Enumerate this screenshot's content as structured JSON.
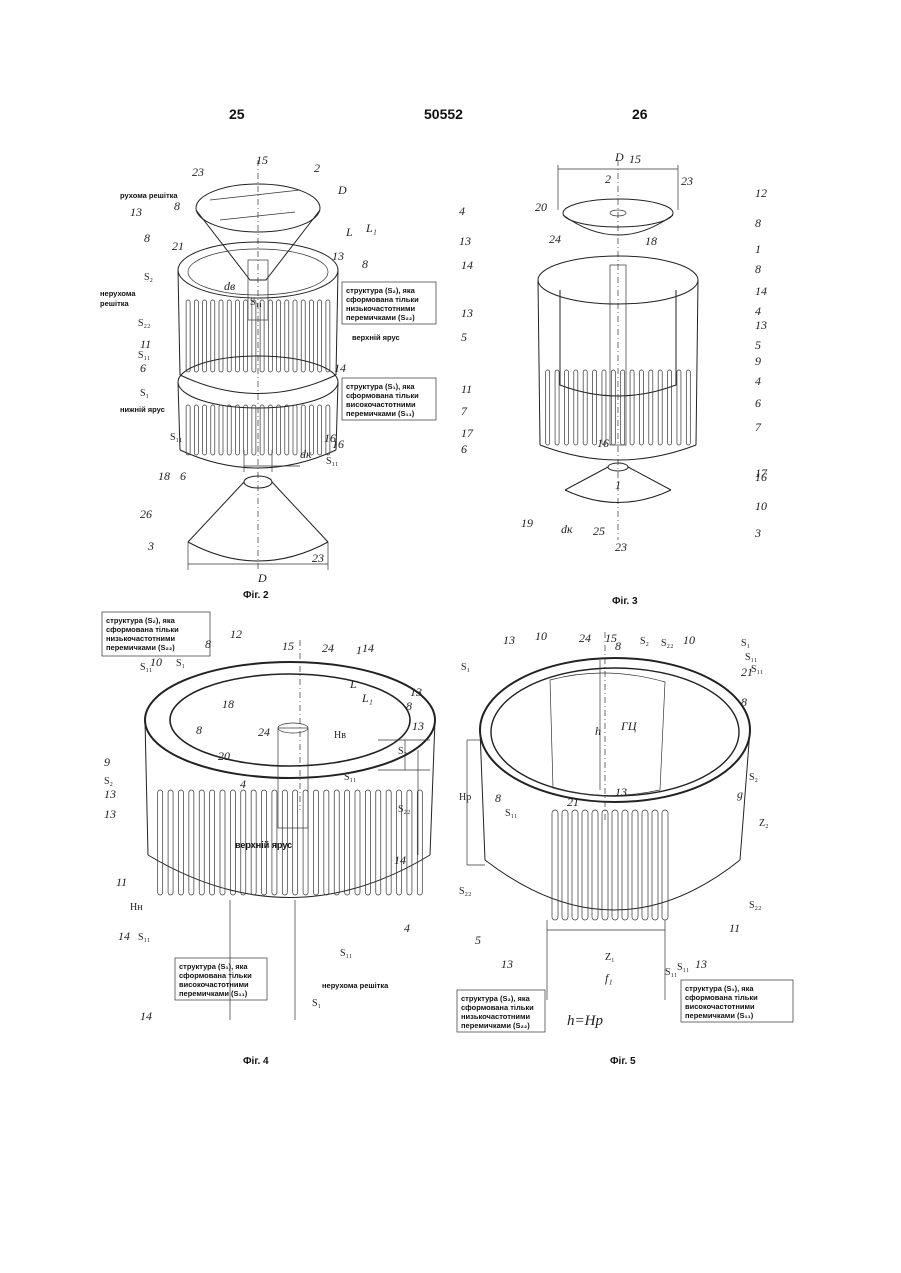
{
  "header": {
    "left_page": "25",
    "patent_number": "50552",
    "right_page": "26"
  },
  "fig2": {
    "caption": "Фіг. 2",
    "notes": {
      "movable_grid": "рухома решітка",
      "fixed_grid_1": "нерухома",
      "fixed_grid_2": "решітка",
      "s2_line1": "структура (S₂), яка",
      "s2_line2": "сформована тільки",
      "s2_line3": "низькочастотними",
      "s2_line4": "перемичками (S₂₂)",
      "upper_tier": "верхній ярус",
      "s1_line1": "структура (S₁), яка",
      "s1_line2": "сформована тільки",
      "s1_line3": "високочастотними",
      "s1_line4": "перемичками (S₁₁)",
      "lower_tier": "нижній ярус"
    },
    "labels": [
      "15",
      "2",
      "23",
      "D",
      "8",
      "13",
      "21",
      "L",
      "L₁",
      "13",
      "8",
      "dв",
      "S₁₁",
      "8",
      "S₂",
      "S₂₂",
      "11",
      "6",
      "S₁₁",
      "S₁",
      "14",
      "S₁₁",
      "16",
      "18",
      "6",
      "16",
      "S₁₁",
      "dк",
      "26",
      "3",
      "D",
      "23",
      "4"
    ]
  },
  "fig3": {
    "caption": "Фіг. 3",
    "labels": [
      "D",
      "15",
      "2",
      "23",
      "20",
      "12",
      "8",
      "4",
      "13",
      "24",
      "18",
      "1",
      "8",
      "14",
      "14",
      "4",
      "13",
      "13",
      "5",
      "5",
      "9",
      "11",
      "4",
      "7",
      "6",
      "17",
      "7",
      "6",
      "16",
      "16",
      "17",
      "10",
      "1",
      "19",
      "dк",
      "25",
      "3",
      "23",
      "26",
      "15"
    ]
  },
  "fig4": {
    "caption": "Фіг. 4",
    "notes": {
      "s2_line1": "структура (S₂), яка",
      "s2_line2": "сформована тільки",
      "s2_line3": "низькочастотними",
      "s2_line4": "перемичками (S₂₂)",
      "upper_tier": "верхній ярус",
      "s1_line1": "структура (S₁), яка",
      "s1_line2": "сформована тільки",
      "s1_line3": "високочастотними",
      "s1_line4": "перемичками (S₁₁)",
      "fixed_grid": "нерухома решітка"
    },
    "labels": [
      "8",
      "12",
      "15",
      "24",
      "1",
      "14",
      "S₁₁",
      "10",
      "S₁",
      "L",
      "13",
      "18",
      "L₁",
      "8",
      "24",
      "Hв",
      "13",
      "8",
      "20",
      "9",
      "S₂",
      "S₂",
      "4",
      "S₁₁",
      "13",
      "13",
      "S₂₂",
      "11",
      "Hн",
      "S₁₁",
      "14",
      "14",
      "4",
      "S₁₁",
      "14",
      "S₁",
      "1",
      "9"
    ]
  },
  "fig5": {
    "caption": "Фіг. 5",
    "notes": {
      "s2_line1": "структура (S₂), яка",
      "s2_line2": "сформована тільки",
      "s2_line3": "низькочастотними",
      "s2_line4": "перемичками (S₂₂)",
      "s1_line1": "структура (S₁), яка",
      "s1_line2": "сформована тільки",
      "s1_line3": "високочастотними",
      "s1_line4": "перемичками (S₁₁)",
      "equation": "h=Hp"
    },
    "labels": [
      "13",
      "10",
      "24",
      "15",
      "S₂",
      "8",
      "S₂₂",
      "10",
      "S₁",
      "S₁",
      "S₁₁",
      "21",
      "S₁₁",
      "8",
      "h",
      "ГЦ",
      "Hp",
      "8",
      "21",
      "13",
      "S₂",
      "S₁₁",
      "g",
      "Z₂",
      "S₂₂",
      "S₂₂",
      "5",
      "11",
      "S₁₁",
      "13",
      "Z₁",
      "f₁",
      "S₁₁",
      "13"
    ]
  }
}
